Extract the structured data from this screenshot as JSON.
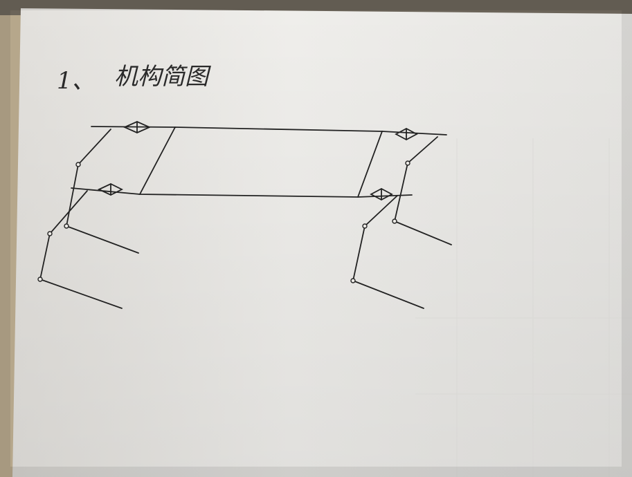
{
  "heading": {
    "number": "1、",
    "text": "机构简图"
  },
  "colors": {
    "paper": "#eceae6",
    "ink": "#222222",
    "background": "#b9a98c"
  },
  "diagram": {
    "type": "mechanism-sketch",
    "components": [
      "platform",
      "guide-rail-front",
      "guide-rail-rear",
      "slider-joint",
      "pin-joint",
      "leg-link"
    ],
    "legs": 4,
    "slider_joints": 4,
    "pin_joints": 8
  }
}
